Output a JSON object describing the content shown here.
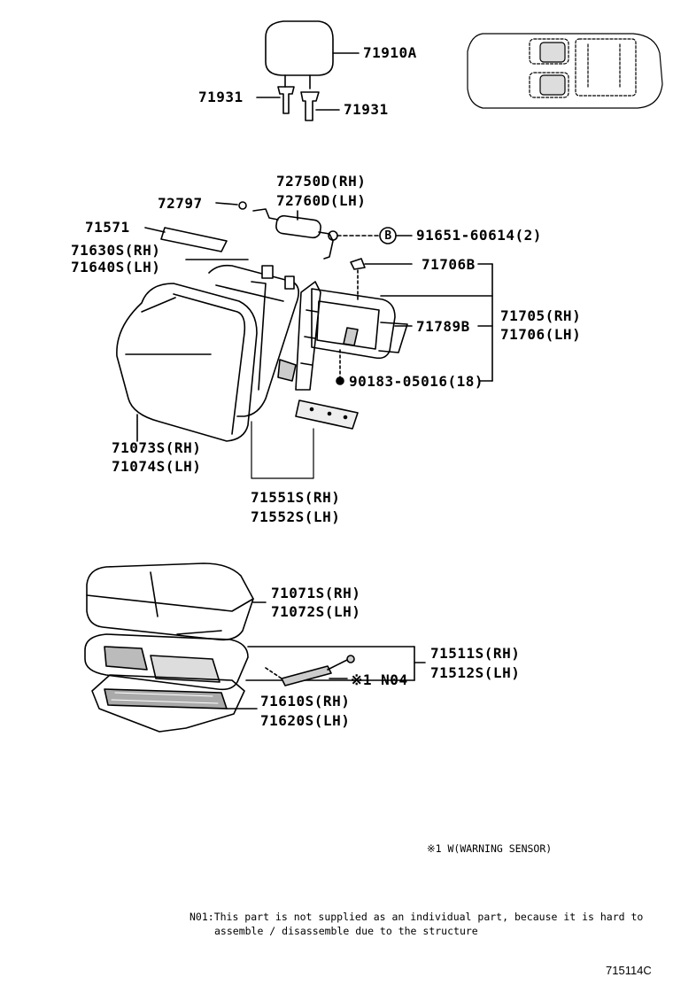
{
  "parts": {
    "headrest": "71910A",
    "support_l": "71931",
    "support_r": "71931",
    "hinge_rh": "72750D(RH)",
    "hinge_lh": "72760D(LH)",
    "clip": "72797",
    "pad_71571": "71571",
    "frame_rh": "71630S(RH)",
    "frame_lh": "71640S(LH)",
    "bolt_b": "91651-60614(2)",
    "clip_b": "71706B",
    "lock_b": "71789B",
    "panel_rh": "71705(RH)",
    "panel_lh": "71706(LH)",
    "screw": "90183-05016(18)",
    "back_cover_rh": "71073S(RH)",
    "back_cover_lh": "71074S(LH)",
    "back_pad_rh": "71551S(RH)",
    "back_pad_lh": "71552S(LH)",
    "cushion_cover_rh": "71071S(RH)",
    "cushion_cover_lh": "71072S(LH)",
    "cushion_pad_rh": "71511S(RH)",
    "cushion_pad_lh": "71512S(LH)",
    "sensor": "※1 N04",
    "cushion_frame_rh": "71610S(RH)",
    "cushion_frame_lh": "71620S(LH)"
  },
  "circle_b": "B",
  "notes": {
    "warning": "※1 W(WARNING SENSOR)",
    "n01_line1": "N01:This part is not supplied as an individual part, because it is hard to",
    "n01_line2": "assemble / disassemble due to the structure"
  },
  "figure_id": "715114C"
}
